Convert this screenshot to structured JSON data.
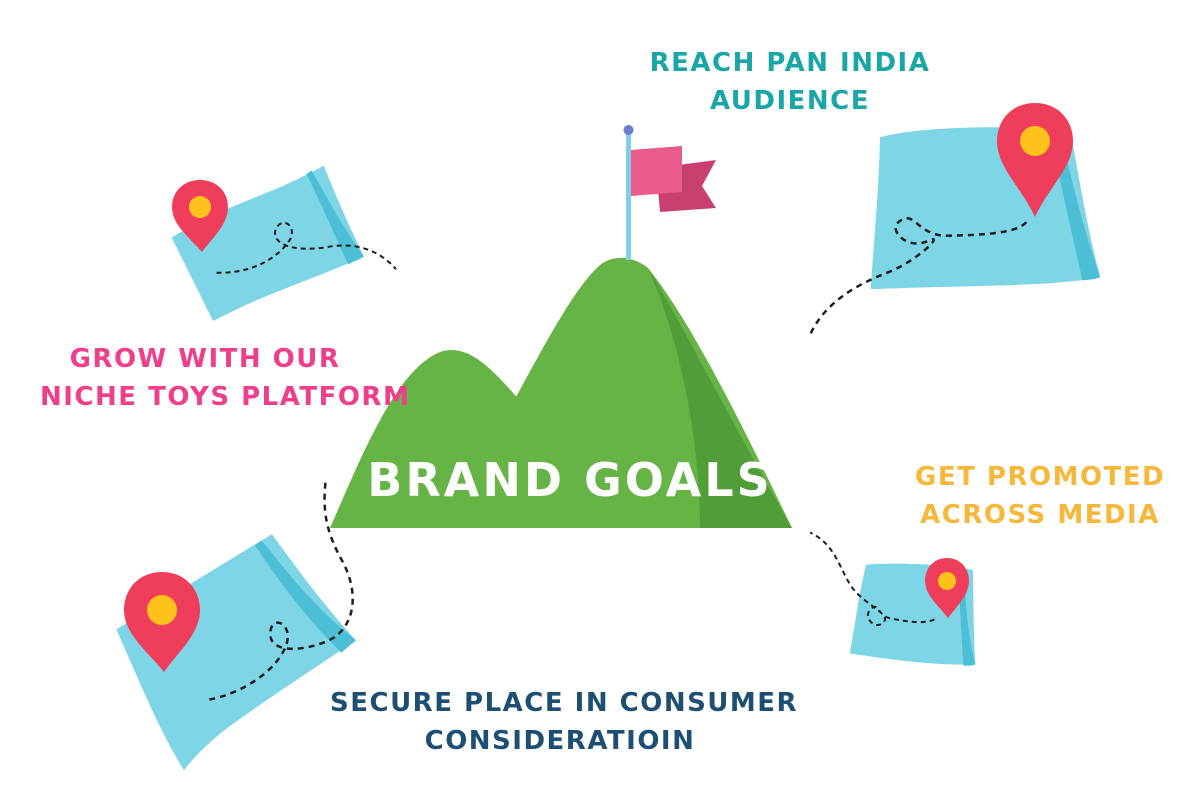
{
  "center": {
    "title": "BRAND GOALS"
  },
  "goals": [
    {
      "id": "reach",
      "lines": [
        "REACH PAN INDIA",
        "AUDIENCE"
      ]
    },
    {
      "id": "grow",
      "lines": [
        "GROW WITH OUR",
        "NICHE TOYS PLATFORM"
      ]
    },
    {
      "id": "promote",
      "lines": [
        "GET PROMOTED",
        "ACROSS MEDIA"
      ]
    },
    {
      "id": "secure",
      "lines": [
        "SECURE PLACE IN CONSUMER",
        "CONSIDERATIOIN"
      ]
    }
  ],
  "colors": {
    "background": "#ffffff",
    "mountain_light": "#66b445",
    "mountain_dark": "#4f9a35",
    "center_text": "#ffffff",
    "flag": "#e95b8c",
    "flag_dark": "#c93f72",
    "flag_pole": "#7ecfe3",
    "flag_knob": "#6f7bd0",
    "map_light": "#7ed5e6",
    "map_dark": "#4cbfd6",
    "pin": "#ef3e5c",
    "pin_dark": "#d42d4b",
    "pin_dot": "#ffc21a",
    "path": "#1e1e1e",
    "reach_text": "#1aa6a6",
    "grow_text": "#ee3e8c",
    "promote_text": "#f6b73a",
    "secure_text": "#1d4f73"
  },
  "icons": [
    "mountain-icon",
    "flag-icon",
    "map-icon",
    "location-pin-icon",
    "dashed-path-icon"
  ]
}
